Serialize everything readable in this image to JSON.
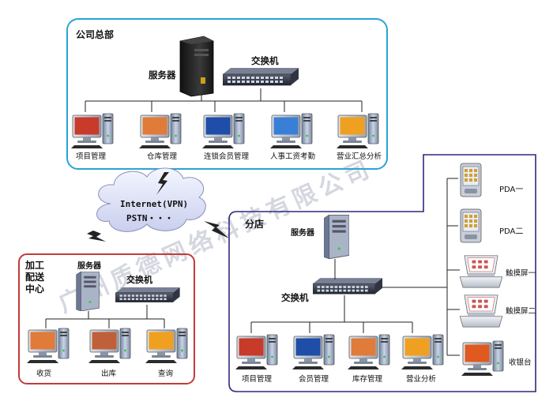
{
  "hq": {
    "title": "公司总部",
    "server_label": "服务器",
    "switch_label": "交换机",
    "terminals": [
      "项目管理",
      "仓库管理",
      "连锁会员管理",
      "人事工资考勤",
      "营业汇总分析"
    ]
  },
  "cloud": {
    "line1": "Internet(VPN)",
    "line2": "PSTN・・・"
  },
  "processing": {
    "title_line1": "加工",
    "title_line2": "配送",
    "title_line3": "中心",
    "server_label": "服务器",
    "switch_label": "交换机",
    "terminals": [
      "收货",
      "出库",
      "查询"
    ]
  },
  "branch": {
    "title": "分店",
    "server_label": "服务器",
    "switch_label": "交换机",
    "terminals": [
      "项目管理",
      "会员管理",
      "库存管理",
      "营业分析"
    ],
    "devices": [
      "PDA一",
      "PDA二",
      "触摸屏一",
      "触摸屏二",
      "收银台"
    ]
  },
  "watermark": "广州质德网络科技有限公司",
  "colors": {
    "hq_border": "#2aa3d6",
    "processing_border": "#c43a3a",
    "processing_title": "#d42020",
    "branch_border": "#2d2a7a",
    "branch_title": "#1b4fa8",
    "hq_title": "#1b4fa8"
  }
}
